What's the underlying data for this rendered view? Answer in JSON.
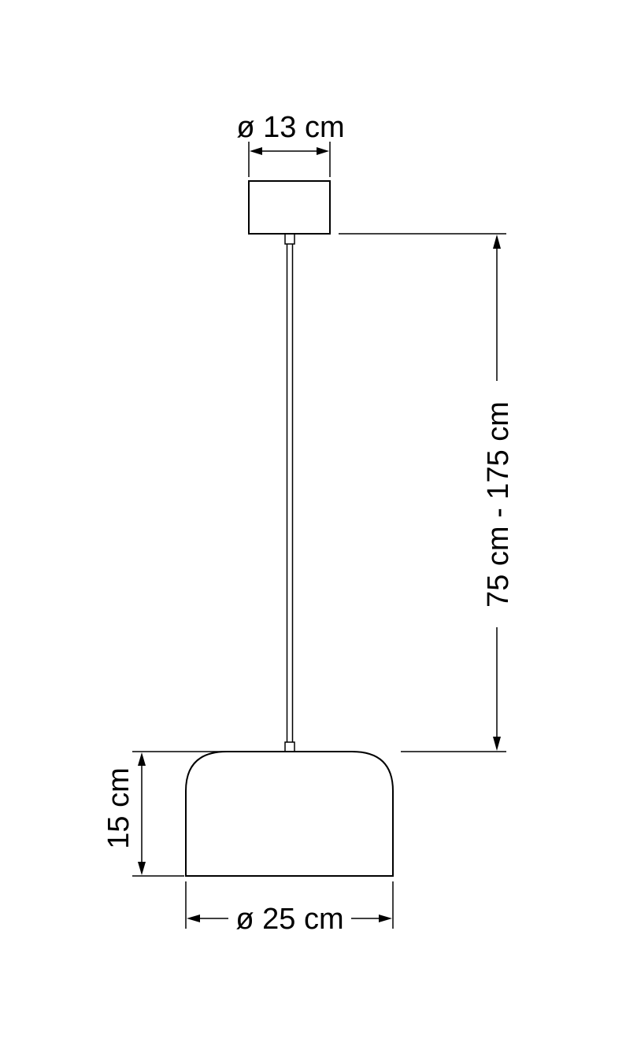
{
  "dimensions": {
    "canopy_diameter": "ø 13 cm",
    "cable_length": "75 cm - 175 cm",
    "shade_height": "15 cm",
    "shade_diameter": "ø 25 cm"
  },
  "colors": {
    "line": "#000000",
    "background": "#ffffff"
  }
}
